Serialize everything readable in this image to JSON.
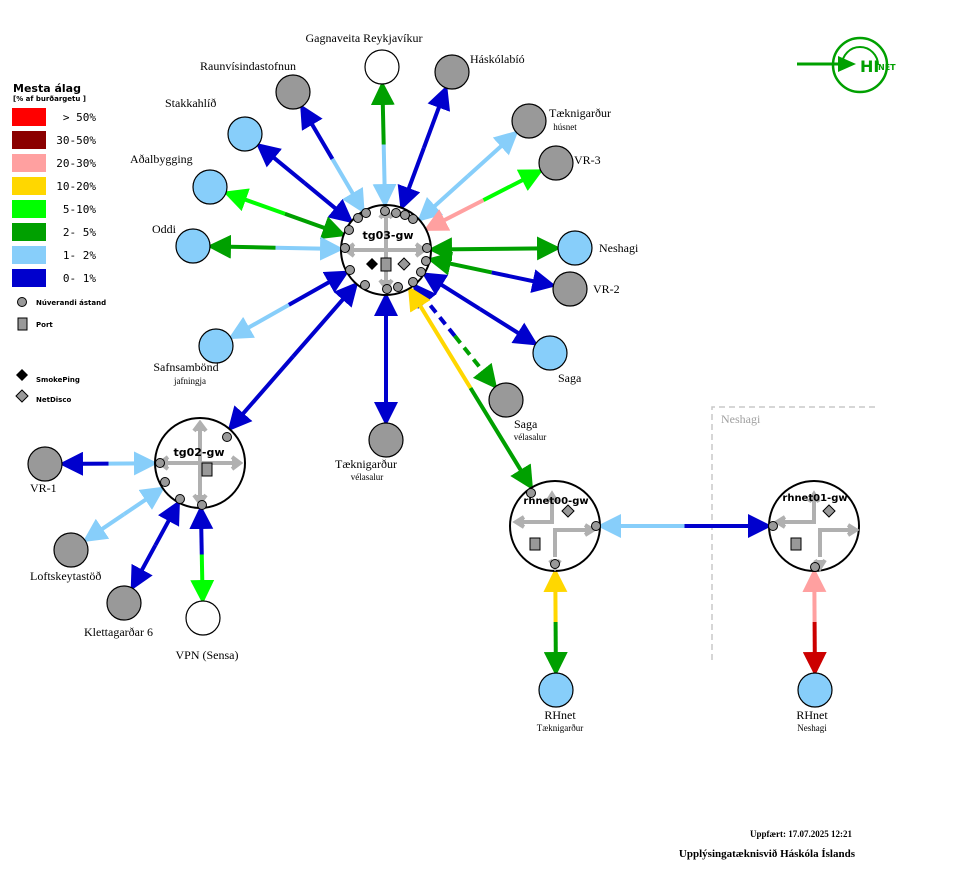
{
  "legend": {
    "title": "Mesta álag",
    "subtitle": "[% af burðargetu ]",
    "levels": [
      {
        "label": "> 50%",
        "color": "#ff0000"
      },
      {
        "label": "30-50%",
        "color": "#8b0000"
      },
      {
        "label": "20-30%",
        "color": "#ffa0a0"
      },
      {
        "label": "10-20%",
        "color": "#ffd700"
      },
      {
        "label": "5-10%",
        "color": "#00ff00"
      },
      {
        "label": "2- 5%",
        "color": "#00a000"
      },
      {
        "label": "1- 2%",
        "color": "#87cefa"
      },
      {
        "label": "0- 1%",
        "color": "#0000cd"
      }
    ],
    "symbols": [
      {
        "label": "Núverandi ástand",
        "icon": "circle-icon"
      },
      {
        "label": "Port",
        "icon": "port-icon"
      },
      {
        "label": "SmokePing",
        "icon": "smokeping-diamond-icon"
      },
      {
        "label": "NetDisco",
        "icon": "netdisco-diamond-icon"
      }
    ]
  },
  "logo": {
    "text": "HI",
    "suffix": "NET",
    "color": "#00a000"
  },
  "routers": {
    "tg03": "tg03-gw",
    "tg02": "tg02-gw",
    "rhnet00": "rhnet00-gw",
    "rhnet01": "rhnet01-gw"
  },
  "region_label": "Neshagi",
  "nodes": {
    "gagnaveita": {
      "label": "Gagnaveita Reykjavíkur",
      "fill": "#ffffff"
    },
    "raunvis": {
      "label": "Raunvísindastofnun",
      "fill": "#999999"
    },
    "haskolabio": {
      "label": "Háskólabíó",
      "fill": "#999999"
    },
    "stakkahlid": {
      "label": "Stakkahlíð",
      "fill": "#87cefa"
    },
    "taekni_husnet": {
      "label": "Tæknigarður",
      "sublabel": "húsnet",
      "fill": "#999999"
    },
    "adalbygging": {
      "label": "Aðalbygging",
      "fill": "#87cefa"
    },
    "vr3": {
      "label": "VR-3",
      "fill": "#999999"
    },
    "oddi": {
      "label": "Oddi",
      "fill": "#87cefa"
    },
    "neshagi": {
      "label": "Neshagi",
      "fill": "#87cefa"
    },
    "vr2": {
      "label": "VR-2",
      "fill": "#999999"
    },
    "safnsambond": {
      "label": "Safnsambönd",
      "sublabel": "jafningja",
      "fill": "#87cefa"
    },
    "saga": {
      "label": "Saga",
      "fill": "#87cefa"
    },
    "saga_velasalur": {
      "label": "Saga",
      "sublabel": "vélasalur",
      "fill": "#999999"
    },
    "taekni_velasalur": {
      "label": "Tæknigarður",
      "sublabel": "vélasalur",
      "fill": "#999999"
    },
    "vr1": {
      "label": "VR-1",
      "fill": "#999999"
    },
    "loftskeyta": {
      "label": "Loftskeytastöð",
      "fill": "#999999"
    },
    "klettagardar": {
      "label": "Klettagarðar 6",
      "fill": "#999999"
    },
    "vpn": {
      "label": "VPN (Sensa)",
      "fill": "#ffffff"
    },
    "rhnet_taekni": {
      "label": "RHnet",
      "sublabel": "Tæknigarður",
      "fill": "#87cefa"
    },
    "rhnet_neshagi": {
      "label": "RHnet",
      "sublabel": "Neshagi",
      "fill": "#87cefa"
    }
  },
  "links": [
    {
      "id": "tg03-gagnaveita",
      "from": "#87cefa",
      "to": "#00a000"
    },
    {
      "id": "tg03-raunvis",
      "from": "#87cefa",
      "to": "#0000cd"
    },
    {
      "id": "tg03-haskolabio",
      "from": "#0000cd",
      "to": "#0000cd"
    },
    {
      "id": "tg03-stakkahlid",
      "from": "#0000cd",
      "to": "#0000cd"
    },
    {
      "id": "tg03-taekni_husnet",
      "from": "#87cefa",
      "to": "#87cefa"
    },
    {
      "id": "tg03-adalbygging",
      "from": "#00a000",
      "to": "#00ff00"
    },
    {
      "id": "tg03-vr3",
      "from": "#ffa0a0",
      "to": "#00ff00"
    },
    {
      "id": "tg03-oddi",
      "from": "#87cefa",
      "to": "#00a000"
    },
    {
      "id": "tg03-neshagi",
      "from": "#00a000",
      "to": "#00a000"
    },
    {
      "id": "tg03-vr2",
      "from": "#00a000",
      "to": "#0000cd"
    },
    {
      "id": "tg03-safnsambond",
      "from": "#0000cd",
      "to": "#87cefa"
    },
    {
      "id": "tg03-saga",
      "from": "#0000cd",
      "to": "#0000cd"
    },
    {
      "id": "tg03-saga_velasalur",
      "from": "#0000cd",
      "to": "#00a000",
      "dashed": true
    },
    {
      "id": "tg03-taekni_velasalur",
      "from": "#0000cd",
      "to": "#0000cd"
    },
    {
      "id": "tg03-tg02",
      "from": "#0000cd",
      "to": "#0000cd"
    },
    {
      "id": "tg03-rhnet00",
      "from": "#ffd700",
      "to": "#00a000"
    },
    {
      "id": "tg02-vr1",
      "from": "#87cefa",
      "to": "#0000cd"
    },
    {
      "id": "tg02-loftskeyta",
      "from": "#87cefa",
      "to": "#87cefa"
    },
    {
      "id": "tg02-klettagardar",
      "from": "#0000cd",
      "to": "#0000cd"
    },
    {
      "id": "tg02-vpn",
      "from": "#0000cd",
      "to": "#00ff00"
    },
    {
      "id": "rhnet00-rhnet01",
      "from": "#87cefa",
      "to": "#0000cd"
    },
    {
      "id": "rhnet00-rhnet_taekni",
      "from": "#ffd700",
      "to": "#00a000"
    },
    {
      "id": "rhnet01-rhnet_neshagi",
      "from": "#ffa0a0",
      "to": "#cc0000"
    }
  ],
  "footer": {
    "updated": "Uppfært: 17.07.2025 12:21",
    "org": "Upplýsingatæknisvið Háskóla Íslands"
  }
}
